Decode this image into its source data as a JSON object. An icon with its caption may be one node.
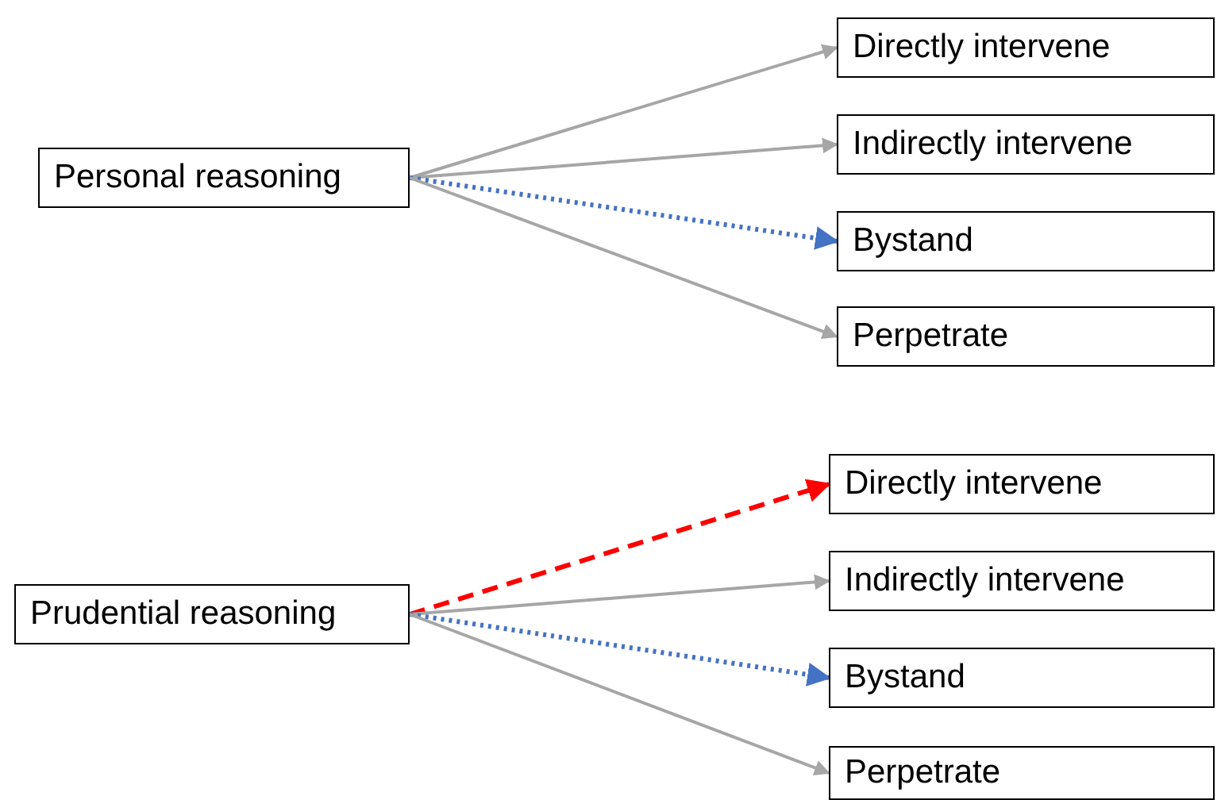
{
  "diagram": {
    "nodes": [
      {
        "text": [
          "Personal reasoning"
        ]
      },
      {
        "text": [
          "Directly intervene"
        ]
      },
      {
        "text": [
          "Indirectly intervene"
        ]
      },
      {
        "text": [
          "Bystand"
        ]
      },
      {
        "text": [
          "Perpetrate"
        ]
      },
      {
        "text": [
          "Prudential reasoning"
        ]
      },
      {
        "text": [
          "Directly intervene"
        ]
      },
      {
        "text": [
          "Indirectly intervene"
        ]
      },
      {
        "text": [
          "Bystand"
        ]
      },
      {
        "text": [
          "Perpetrate"
        ]
      }
    ],
    "edges": [
      {
        "from": 0,
        "to": 1,
        "arrow": "to"
      },
      {
        "from": 0,
        "to": 2,
        "arrow": "to"
      },
      {
        "from": 0,
        "to": 3,
        "arrow": "to",
        "style": "dashed",
        "color": "#4472c4"
      },
      {
        "from": 0,
        "to": 4,
        "arrow": "to"
      },
      {
        "from": 5,
        "to": 6,
        "arrow": "to",
        "style": "dashed",
        "color": "#ff0000"
      },
      {
        "from": 5,
        "to": 7,
        "arrow": "to"
      },
      {
        "from": 5,
        "to": 8,
        "arrow": "to",
        "style": "dashed",
        "color": "#4472c4"
      },
      {
        "from": 5,
        "to": 9,
        "arrow": "to"
      }
    ]
  }
}
